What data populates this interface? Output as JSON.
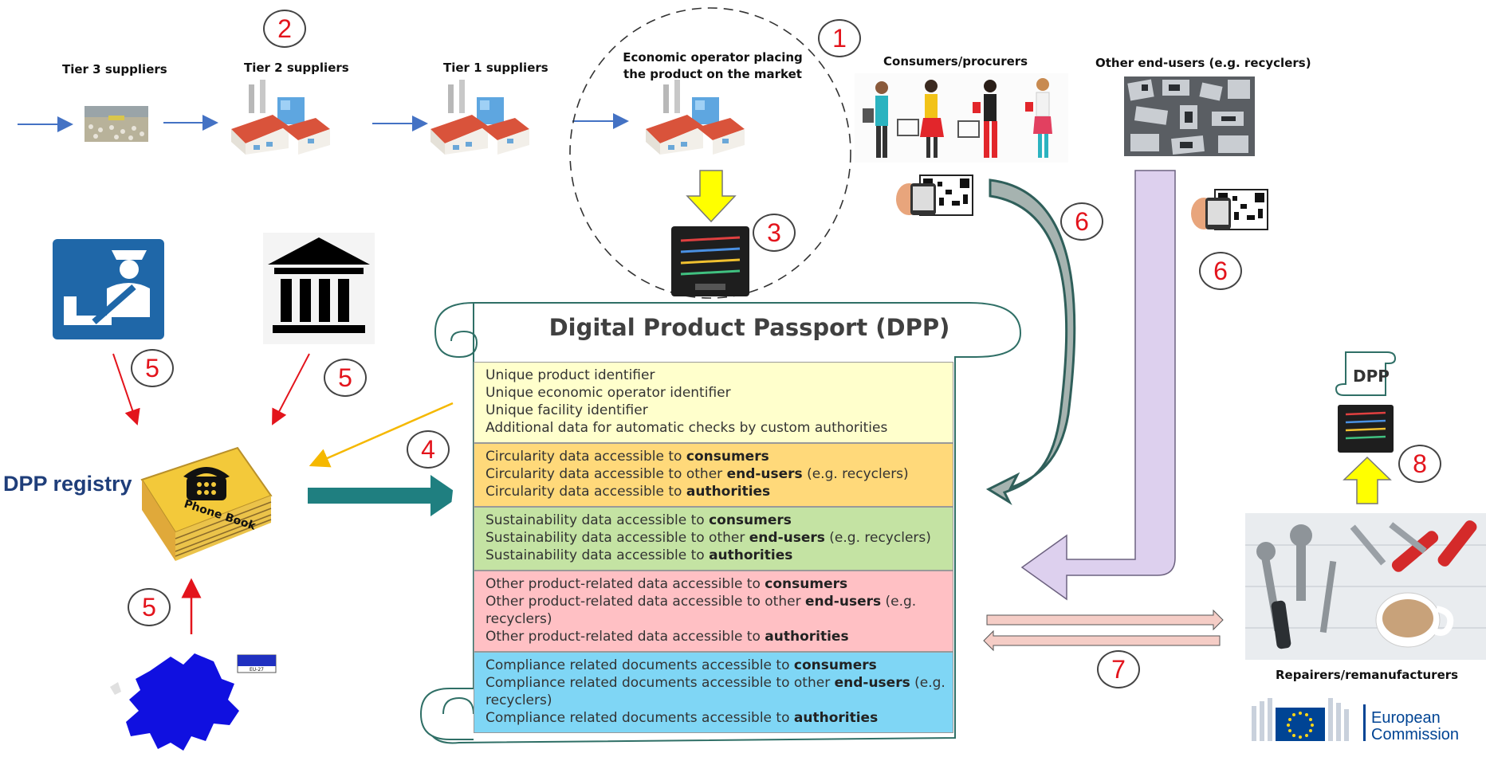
{
  "suppliers": {
    "tier3": "Tier 3 suppliers",
    "tier2": "Tier 2 suppliers",
    "tier1": "Tier 1 suppliers",
    "operator_line1": "Economic operator placing",
    "operator_line2": "the product on the market"
  },
  "consumers": "Consumers/procurers",
  "end_users": "Other end-users (e.g. recyclers)",
  "registry": "DPP registry",
  "phone_book": "Phone Book",
  "repairers": "Repairers/remanufacturers",
  "dpp_mini": "DPP",
  "eu_badge": "EU-27",
  "commission": {
    "line1": "European",
    "line2": "Commission"
  },
  "passport": {
    "title": "Digital Product Passport (DPP)",
    "sections": [
      {
        "color": "#ffffcc",
        "lines": [
          [
            {
              "t": "Unique product identifier"
            }
          ],
          [
            {
              "t": "Unique economic operator identifier"
            }
          ],
          [
            {
              "t": "Unique facility identifier"
            }
          ],
          [
            {
              "t": "Additional data for automatic checks by custom authorities"
            }
          ]
        ]
      },
      {
        "color": "#ffd97a",
        "lines": [
          [
            {
              "t": "Circularity data accessible to "
            },
            {
              "t": "consumers",
              "b": true
            }
          ],
          [
            {
              "t": "Circularity data accessible to other "
            },
            {
              "t": "end-users",
              "b": true
            },
            {
              "t": " (e.g. recyclers)"
            }
          ],
          [
            {
              "t": "Circularity data accessible to "
            },
            {
              "t": "authorities",
              "b": true
            }
          ]
        ]
      },
      {
        "color": "#c4e3a3",
        "lines": [
          [
            {
              "t": "Sustainability data accessible to "
            },
            {
              "t": "consumers",
              "b": true
            }
          ],
          [
            {
              "t": "Sustainability data accessible to other "
            },
            {
              "t": "end-users",
              "b": true
            },
            {
              "t": " (e.g. recyclers)"
            }
          ],
          [
            {
              "t": "Sustainability data accessible to "
            },
            {
              "t": "authorities",
              "b": true
            }
          ]
        ]
      },
      {
        "color": "#ffc0c4",
        "lines": [
          [
            {
              "t": "Other product-related data accessible to "
            },
            {
              "t": "consumers",
              "b": true
            }
          ],
          [
            {
              "t": "Other product-related data accessible to other "
            },
            {
              "t": "end-users",
              "b": true
            },
            {
              "t": " (e.g. recyclers)"
            }
          ],
          [
            {
              "t": "Other product-related data accessible to "
            },
            {
              "t": "authorities",
              "b": true
            }
          ]
        ]
      },
      {
        "color": "#7fd6f5",
        "lines": [
          [
            {
              "t": "Compliance related documents accessible to "
            },
            {
              "t": "consumers",
              "b": true
            }
          ],
          [
            {
              "t": "Compliance related documents accessible to other "
            },
            {
              "t": "end-users",
              "b": true
            },
            {
              "t": " (e.g. recyclers)"
            }
          ],
          [
            {
              "t": "Compliance related documents accessible to "
            },
            {
              "t": "authorities",
              "b": true
            }
          ]
        ]
      }
    ]
  },
  "markers": [
    "1",
    "2",
    "3",
    "4",
    "5",
    "5",
    "5",
    "6",
    "6",
    "7",
    "8"
  ],
  "colors": {
    "teal_arrow": "#1f7f80",
    "lavender_arrow": "#ddd0ee",
    "yellow_arrow": "#ffff00",
    "red_arrow": "#e3141c",
    "blue_arrow": "#4472c4",
    "registry_text": "#1f3e7a"
  }
}
